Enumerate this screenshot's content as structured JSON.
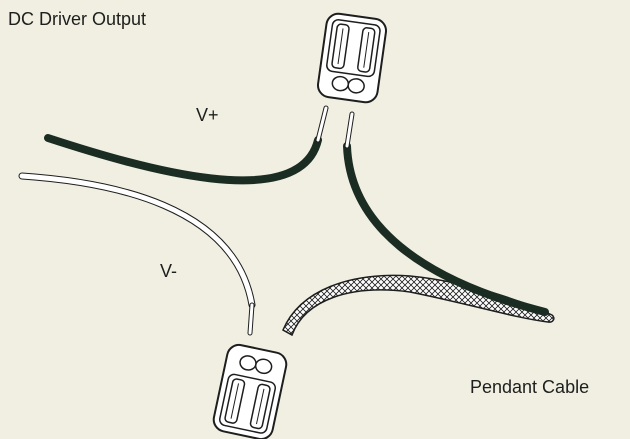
{
  "colors": {
    "background": "#f0efe1",
    "wire_dark": "#1b2c23",
    "wire_light": "#ffffff",
    "outline": "#1e1e1e"
  },
  "labels": {
    "dc_driver_output": "DC Driver Output",
    "v_plus": "V+",
    "v_minus": "V-",
    "pendant_cable": "Pendant Cable"
  },
  "icons": {
    "connector_top": "wire-connector-icon",
    "connector_bottom": "wire-connector-icon"
  }
}
